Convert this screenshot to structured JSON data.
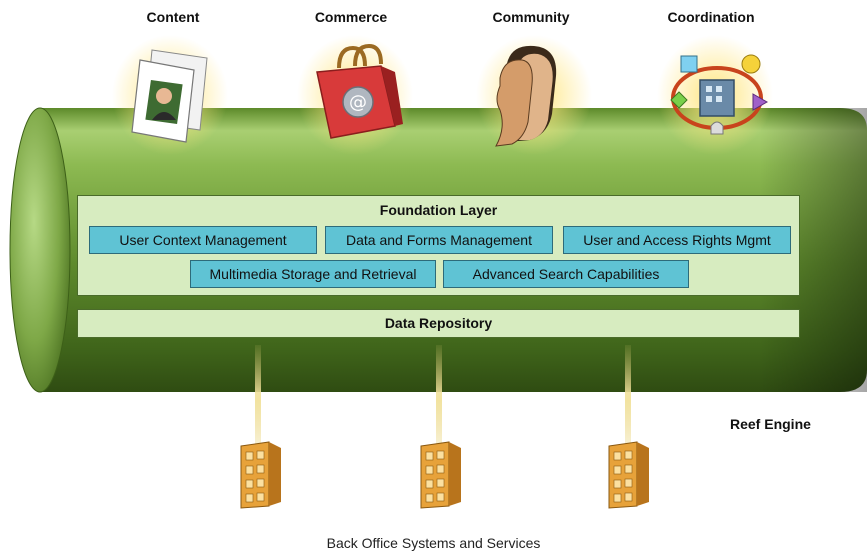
{
  "categories": [
    {
      "label": "Content",
      "icon": "documents-icon"
    },
    {
      "label": "Commerce",
      "icon": "shopping-bag-icon"
    },
    {
      "label": "Community",
      "icon": "people-icon"
    },
    {
      "label": "Coordination",
      "icon": "workflow-icon"
    }
  ],
  "engine": {
    "label": "Reef Engine",
    "color": "#6f9a3a"
  },
  "foundation": {
    "title": "Foundation Layer",
    "components_row1": [
      "User Context Management",
      "Data and Forms Management",
      "User and Access Rights Mgmt"
    ],
    "components_row2": [
      "Multimedia Storage and Retrieval",
      "Advanced Search Capabilities"
    ],
    "box_color": "#d7ecc0",
    "component_color": "#5fc3d4"
  },
  "repository": {
    "label": "Data Repository"
  },
  "back_office": {
    "label": "Back Office Systems and Services"
  }
}
